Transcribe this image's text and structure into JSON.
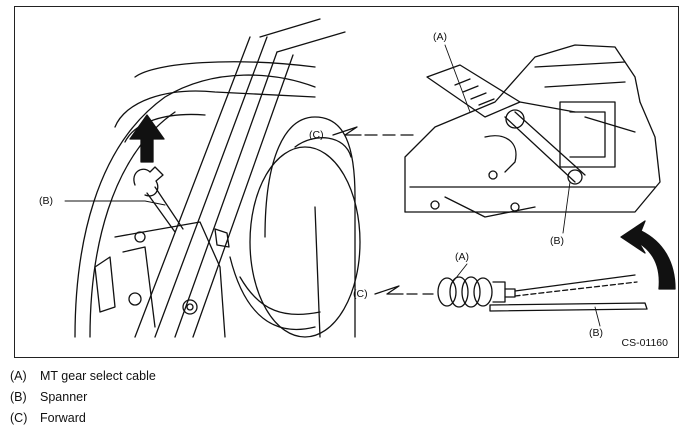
{
  "figure": {
    "code": "CS-01160",
    "labels": {
      "a_top": "(A)",
      "a_detail": "(A)",
      "b_left": "(B)",
      "b_center": "(B)",
      "b_detail": "(B)",
      "c_top": "(C)",
      "c_detail": "(C)"
    }
  },
  "legend": [
    {
      "key": "(A)",
      "text": "MT gear select cable"
    },
    {
      "key": "(B)",
      "text": "Spanner"
    },
    {
      "key": "(C)",
      "text": "Forward"
    }
  ]
}
